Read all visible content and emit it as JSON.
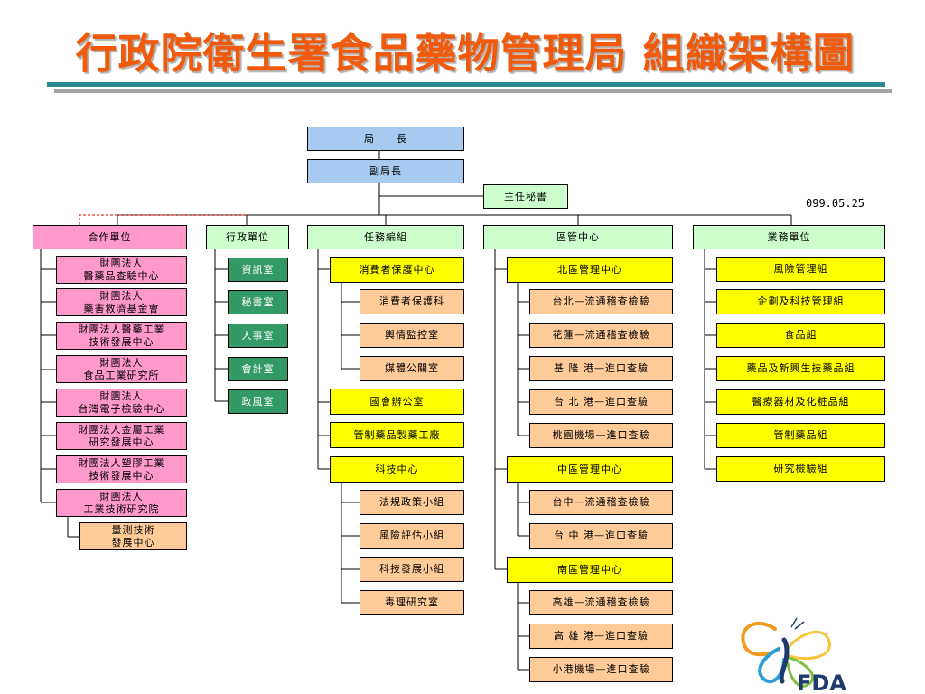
{
  "title": "行政院衛生署食品藥物管理局  組織架構圖",
  "date": "099.05.25",
  "logo_text": "FDA",
  "top": {
    "director": "局　　長",
    "deputy": "副局長",
    "secretary": "主任秘書"
  },
  "categories": {
    "cooperation": "合作單位",
    "administration": "行政單位",
    "task_groups": "任務編組",
    "regional": "區管中心",
    "business": "業務單位"
  },
  "cooperation_units": [
    "財團法人\n醫藥品查驗中心",
    "財團法人\n藥害救濟基金會",
    "財團法人醫藥工業\n技術發展中心",
    "財團法人\n食品工業研究所",
    "財團法人\n台灣電子檢驗中心",
    "財團法人金屬工業\n研究發展中心",
    "財團法人塑膠工業\n技術發展中心",
    "財團法人\n工業技術研究院"
  ],
  "cooperation_sub": "量測技術\n發展中心",
  "admin_units": [
    "資訊室",
    "秘書室",
    "人事室",
    "會計室",
    "政風室"
  ],
  "task_units": {
    "consumer_center": "消費者保護中心",
    "consumer_subs": [
      "消費者保護科",
      "輿情監控室",
      "媒體公關室"
    ],
    "congress_office": "國會辦公室",
    "controlled_factory": "管制藥品製藥工廠",
    "tech_center": "科技中心",
    "tech_subs": [
      "法規政策小組",
      "風險評估小組",
      "科技發展小組",
      "毒理研究室"
    ]
  },
  "regional_units": {
    "north": "北區管理中心",
    "north_subs": [
      "台北—流通稽查檢驗",
      "花蓮—流通稽查檢驗",
      "基 隆 港—進口查驗",
      "台 北 港—進口查驗",
      "桃園機場—進口查驗"
    ],
    "central": "中區管理中心",
    "central_subs": [
      "台中—流通稽查檢驗",
      "台 中 港—進口查驗"
    ],
    "south": "南區管理中心",
    "south_subs": [
      "高雄—流通稽查檢驗",
      "高 雄 港—進口查驗",
      "小港機場—進口查驗"
    ]
  },
  "business_units": [
    "風險管理組",
    "企劃及科技管理組",
    "食品組",
    "藥品及新興生技藥品組",
    "醫療器材及化粧品組",
    "管制藥品組",
    "研究檢驗組"
  ],
  "colors": {
    "title": "#f05a0a",
    "leadership": "#a6caf0",
    "category": "#ccffcc",
    "cooperation": "#ff99cc",
    "admin": "#339966",
    "center": "#ffff00",
    "sub_unit": "#ffcc99",
    "rule": "#2a8a8f"
  }
}
